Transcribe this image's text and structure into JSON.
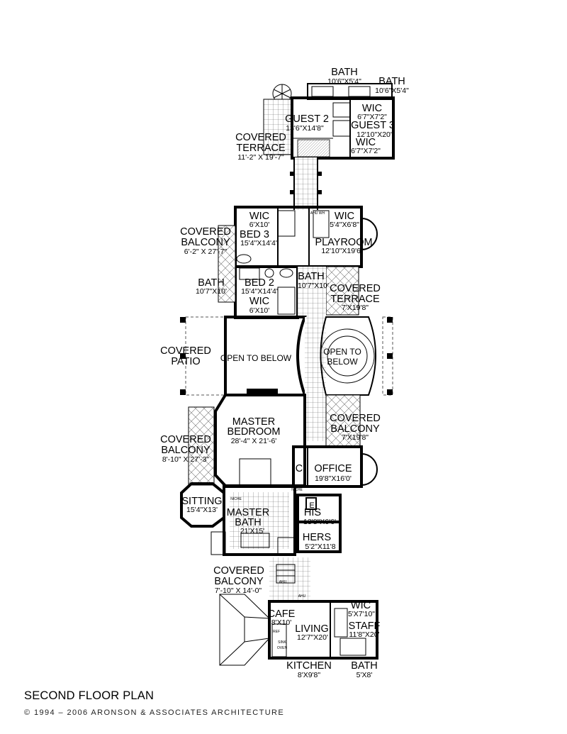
{
  "plan_title": "SECOND FLOOR PLAN",
  "copyright": "© 1994 – 2006 ARONSON & ASSOCIATES ARCHITECTURE",
  "rooms": {
    "bath_a": {
      "name": "BATH",
      "dims": "10'6\"X5'4\""
    },
    "bath_b": {
      "name": "BATH",
      "dims": "10'6\"X5'4\""
    },
    "wic_a": {
      "name": "WIC",
      "dims": "6'7\"X7'2\""
    },
    "guest2": {
      "name": "GUEST 2",
      "dims": "13'6\"X14'8\""
    },
    "guest3": {
      "name": "GUEST 3",
      "dims": "12'10\"X20'"
    },
    "wic_b": {
      "name": "WIC",
      "dims": "6'7\"X7'2\""
    },
    "covered_terrace_top": {
      "name_1": "COVERED",
      "name_2": "TERRACE",
      "dims": "11'-2\" X 19'-7\""
    },
    "wic_c": {
      "name": "WIC",
      "dims": "6'X10'"
    },
    "wic_d": {
      "name": "WIC",
      "dims": "5'4\"X6'8\""
    },
    "bed3": {
      "name": "BED 3",
      "dims": "15'4\"X14'4'"
    },
    "playroom": {
      "name": "PLAYROOM",
      "dims": "12'10\"X19'6\""
    },
    "covered_balcony_left": {
      "name_1": "COVERED",
      "name_2": "BALCONY",
      "dims": "6'-2\" X 27'-7\""
    },
    "bath_c": {
      "name": "BATH",
      "dims": "10'7\"X10'"
    },
    "bath_d": {
      "name": "BATH",
      "dims": "10'7\"X10'"
    },
    "bed2": {
      "name": "BED 2",
      "dims": "15'4\"X14'4'"
    },
    "covered_terrace_right": {
      "name_1": "COVERED",
      "name_2": "TERRACE",
      "dims": "7'X19'8\""
    },
    "wic_e": {
      "name": "WIC",
      "dims": "6'X10'"
    },
    "covered_patio": {
      "name_1": "COVERED",
      "name_2": "PATIO"
    },
    "open_below_left": {
      "name": "OPEN TO BELOW"
    },
    "open_below_right": {
      "name_1": "OPEN TO",
      "name_2": "BELOW"
    },
    "master_bedroom": {
      "name_1": "MASTER",
      "name_2": "BEDROOM",
      "dims": "28'-4\" X 21'-6'"
    },
    "covered_balcony_right": {
      "name_1": "COVERED",
      "name_2": "BALCONY",
      "dims": "7'X19'8\""
    },
    "covered_balcony_master": {
      "name_1": "COVERED",
      "name_2": "BALCONY",
      "dims": "8'-10\" X 27'-3\""
    },
    "closet_c": {
      "name": "C."
    },
    "office": {
      "name": "OFFICE",
      "dims": "19'8\"X16'0'"
    },
    "sitting": {
      "name": "SITTING",
      "dims": "15'4\"X13'"
    },
    "master_bath": {
      "name_1": "MASTER",
      "name_2": "BATH",
      "dims": "21'X15'"
    },
    "elevator": {
      "name": "E"
    },
    "his": {
      "name": "HIS",
      "dims": "13'8\"X6'6'"
    },
    "hers": {
      "name": "HERS",
      "dims": "5'2\"X11'8"
    },
    "covered_balcony_bottom": {
      "name_1": "COVERED",
      "name_2": "BALCONY",
      "dims": "7'-10\" X 14'-0\""
    },
    "cafe": {
      "name": "CAFE",
      "dims": "8'X10'"
    },
    "wic_f": {
      "name": "WIC",
      "dims": "5'X7'10\""
    },
    "living": {
      "name": "LIVING",
      "dims": "12'7\"X20'"
    },
    "staff": {
      "name": "STAFF",
      "dims": "11'8\"X20'"
    },
    "kitchen": {
      "name": "KITCHEN",
      "dims": "8'X9'8\""
    },
    "bath_e": {
      "name": "BATH",
      "dims": "5'X8'"
    }
  },
  "fixture_tags": {
    "niche": "NICHE",
    "ahu": "AHU",
    "ref": "REF",
    "sink": "SINK",
    "oven": "OVEN",
    "ahu_wh": "AHU WH"
  }
}
